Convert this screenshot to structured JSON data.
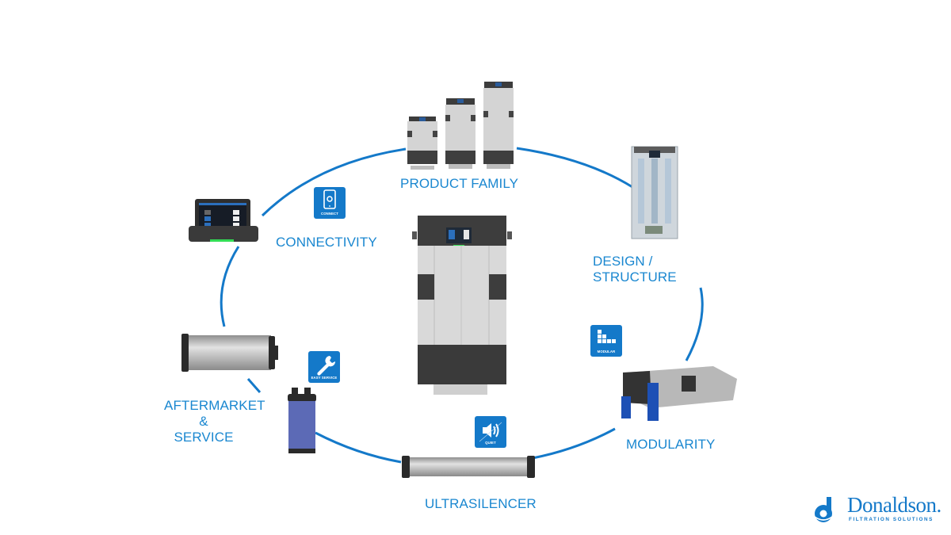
{
  "diagram": {
    "accent_color": "#1479c9",
    "label_color": "#1a87d0",
    "center_product": "modular-dryer-unit",
    "features": [
      {
        "id": "product-family",
        "label": "PRODUCT FAMILY"
      },
      {
        "id": "design-structure",
        "label_line1": "DESIGN /",
        "label_line2": "STRUCTURE"
      },
      {
        "id": "modularity",
        "label": "MODULARITY",
        "badge_caption": "MODULAR",
        "badge_icon": "blocks-icon"
      },
      {
        "id": "ultrasilencer",
        "label": "ULTRASILENCER",
        "badge_caption": "QUIET",
        "badge_icon": "speaker-icon"
      },
      {
        "id": "aftermarket-service",
        "label_line1": "AFTERMARKET",
        "label_line2": "&",
        "label_line3": "SERVICE",
        "badge_caption": "EASY SERVICE",
        "badge_icon": "wrench-icon"
      },
      {
        "id": "connectivity",
        "label": "CONNECTIVITY",
        "badge_caption": "CONNECT",
        "badge_icon": "smartphone-gear-icon"
      }
    ]
  },
  "logo": {
    "brand": "Donaldson.",
    "tagline": "FILTRATION SOLUTIONS"
  }
}
